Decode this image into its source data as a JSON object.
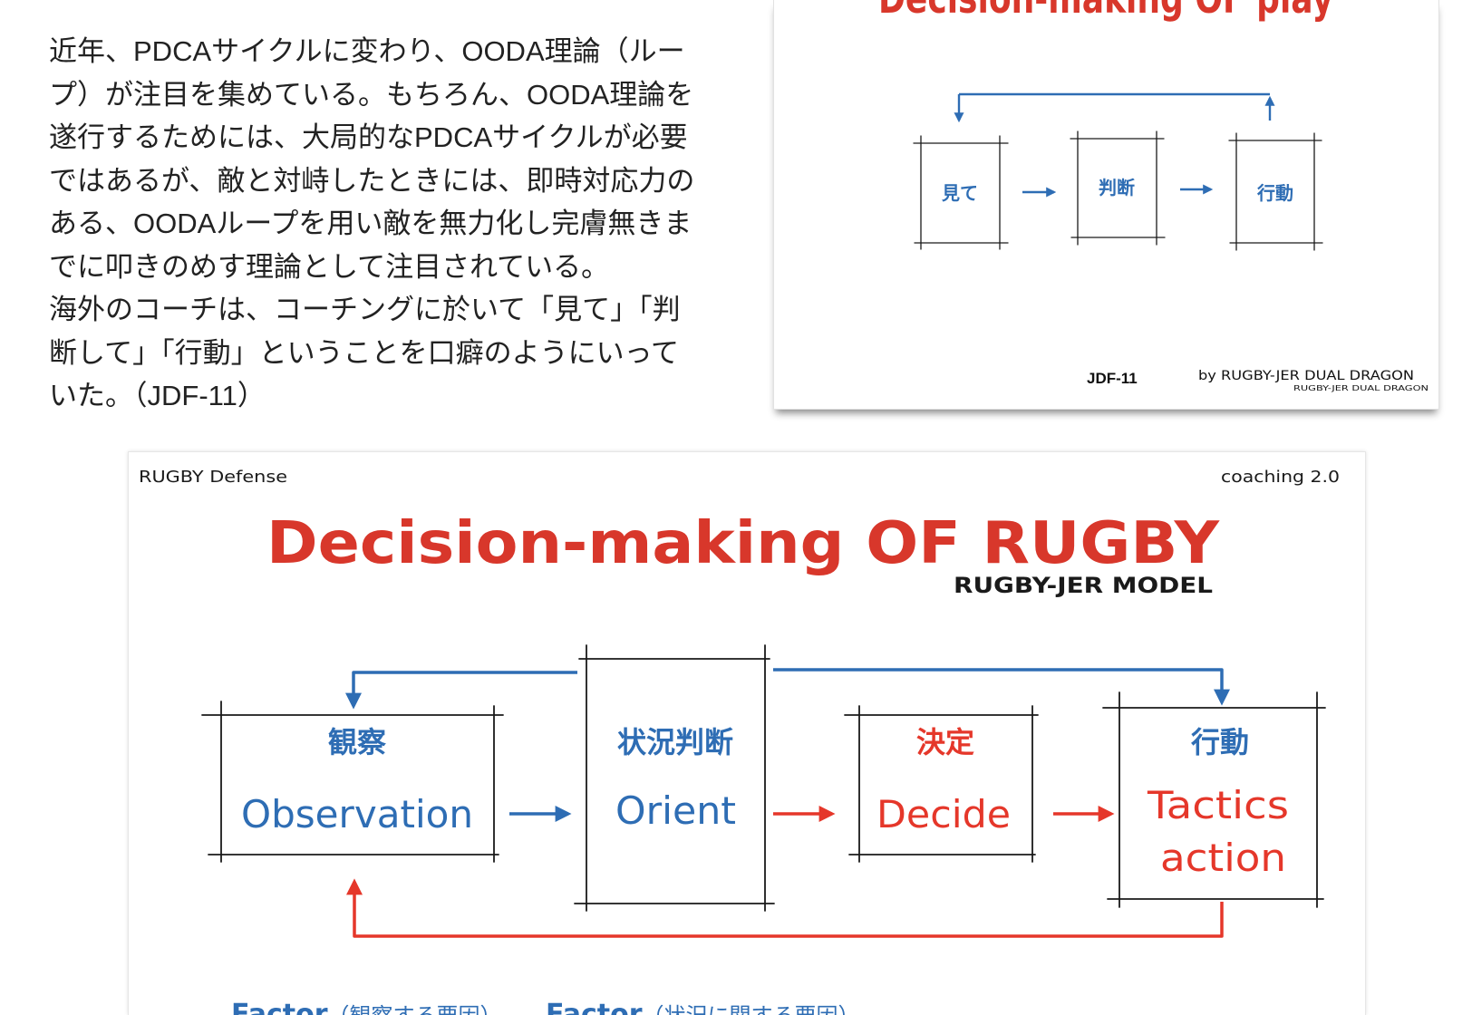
{
  "article": {
    "paragraphs": [
      {
        "lines": [
          "近年、PDCAサイクルに変わり、OODA理論（ルー",
          "プ）が注目を集めている。もちろん、OODA理論を",
          "遂行するためには、大局的なPDCAサイクルが必要",
          "ではあるが、敵と対峙したときには、即時対応力の",
          "ある、OODAループを用い敵を無力化し完膚無きま",
          "でに叩きのめす理論として注目されている。"
        ]
      },
      {
        "lines": [
          "海外のコーチは、コーチングに於いて「見て」「判",
          "断して」「行動」ということを口癖のようにいって",
          "いた。（JDF-11）"
        ]
      }
    ]
  },
  "slide_top": {
    "title": "Decision-making OF play",
    "steps": [
      "見て",
      "判断",
      "行動"
    ],
    "footer_code": "JDF-11",
    "footer_credit": "by RUGBY-JER DUAL DRAGON",
    "footer_small": "RUGBY-JER DUAL DRAGON"
  },
  "slide_bottom": {
    "header_left": "RUGBY Defense",
    "header_right": "coaching 2.0",
    "title": "Decision-making OF RUGBY",
    "subtitle": "RUGBY-JER MODEL",
    "stages": [
      {
        "jp": "観察",
        "en_lines": [
          "Observation"
        ]
      },
      {
        "jp": "状況判断",
        "en_lines": [
          "Orient"
        ]
      },
      {
        "jp": "決定",
        "en_lines": [
          "Decide"
        ]
      },
      {
        "jp": "行動",
        "en_lines": [
          "Tactics",
          "action"
        ]
      }
    ],
    "factors": [
      {
        "word": "Factor",
        "note": "（観察する要因）"
      },
      {
        "word": "Factor",
        "note": "（状況に関する要因）"
      }
    ]
  },
  "colors": {
    "blue": "#2e6db4",
    "red": "#e5372a",
    "title_red": "#d8372b",
    "ink": "#1a1a1a",
    "text": "#222222"
  }
}
